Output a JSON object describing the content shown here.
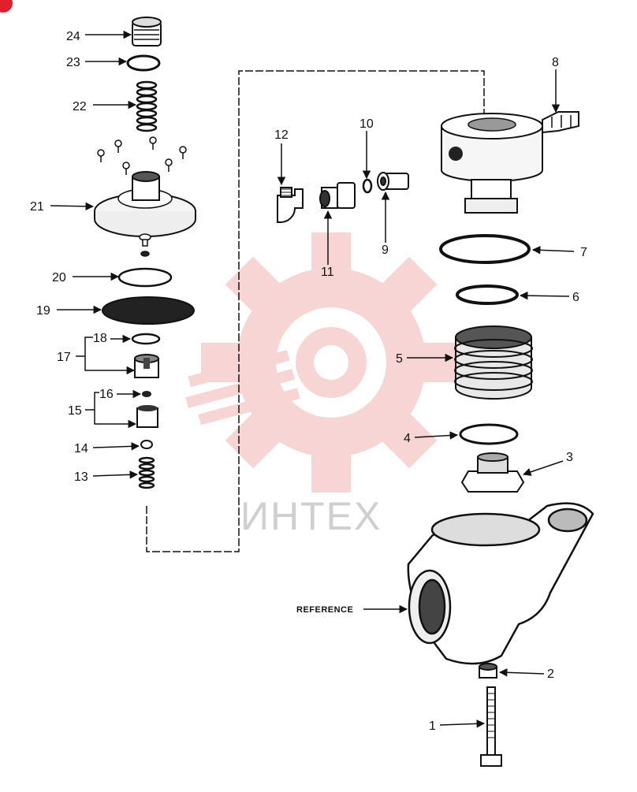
{
  "diagram": {
    "parts": [
      {
        "id": "p24",
        "label": "24"
      },
      {
        "id": "p23",
        "label": "23"
      },
      {
        "id": "p22",
        "label": "22"
      },
      {
        "id": "p21",
        "label": "21"
      },
      {
        "id": "p20",
        "label": "20"
      },
      {
        "id": "p19",
        "label": "19"
      },
      {
        "id": "p18",
        "label": "18"
      },
      {
        "id": "p17",
        "label": "17"
      },
      {
        "id": "p16",
        "label": "16"
      },
      {
        "id": "p15",
        "label": "15"
      },
      {
        "id": "p14",
        "label": "14"
      },
      {
        "id": "p13",
        "label": "13"
      },
      {
        "id": "p12",
        "label": "12"
      },
      {
        "id": "p11",
        "label": "11"
      },
      {
        "id": "p10",
        "label": "10"
      },
      {
        "id": "p9",
        "label": "9"
      },
      {
        "id": "p8",
        "label": "8"
      },
      {
        "id": "p7",
        "label": "7"
      },
      {
        "id": "p6",
        "label": "6"
      },
      {
        "id": "p5",
        "label": "5"
      },
      {
        "id": "p4",
        "label": "4"
      },
      {
        "id": "p3",
        "label": "3"
      },
      {
        "id": "p2",
        "label": "2"
      },
      {
        "id": "p1",
        "label": "1"
      }
    ],
    "reference_label": "REFERENCE"
  },
  "watermark": {
    "text": "ИНТЕХ",
    "color": "#f2b7b7"
  },
  "colors": {
    "ink": "#111111",
    "badge": "#e0202b"
  }
}
